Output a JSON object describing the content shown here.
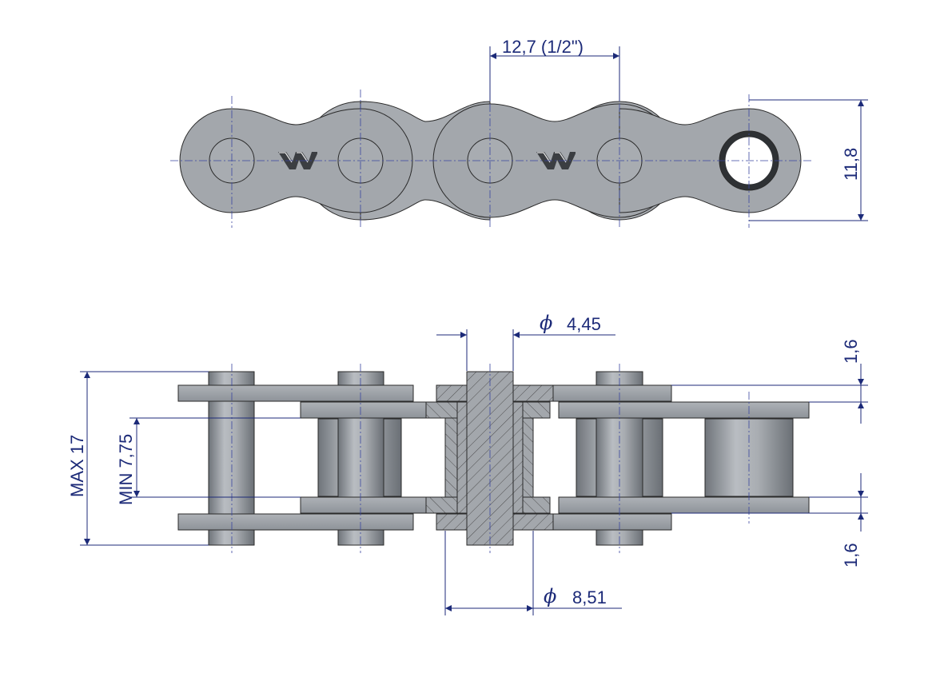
{
  "dimensions": {
    "pitch": "12,7  (1/2\")",
    "plate_height": "11,8",
    "pin_diameter": "4,45",
    "roller_diameter": "8,51",
    "plate_thickness_top": "1,6",
    "plate_thickness_bottom": "1,6",
    "max_width": "MAX 17",
    "min_inner_width": "MIN 7,75"
  },
  "symbols": {
    "diameter": "ϕ",
    "logo": "W"
  },
  "colors": {
    "dimension": "#1c2a78",
    "centerline": "#3a46a0",
    "steel": "#9da2a8",
    "steel_dark": "#6e7379",
    "outline": "#2a2a2a",
    "background": "#ffffff"
  }
}
